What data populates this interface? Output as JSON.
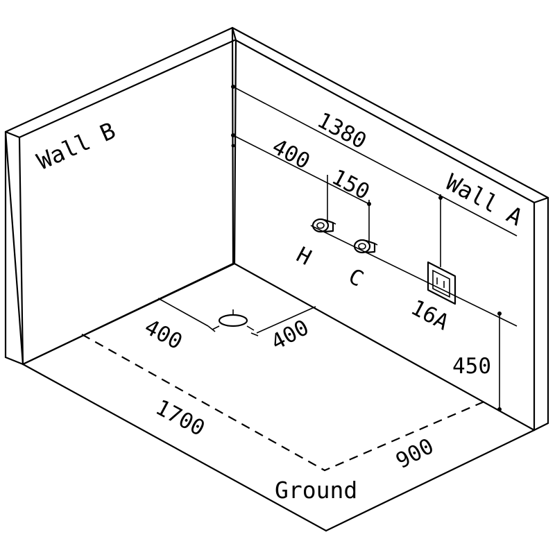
{
  "labels": {
    "wall_b": "Wall B",
    "wall_a": "Wall A",
    "ground": "Ground",
    "hot": "H",
    "cold": "C",
    "socket": "16A"
  },
  "dimensions": {
    "d1380": "1380",
    "d400_wall": "400",
    "d150": "150",
    "d400_floor_left": "400",
    "d400_floor_right": "400",
    "d1700": "1700",
    "d900": "900",
    "d450": "450"
  }
}
